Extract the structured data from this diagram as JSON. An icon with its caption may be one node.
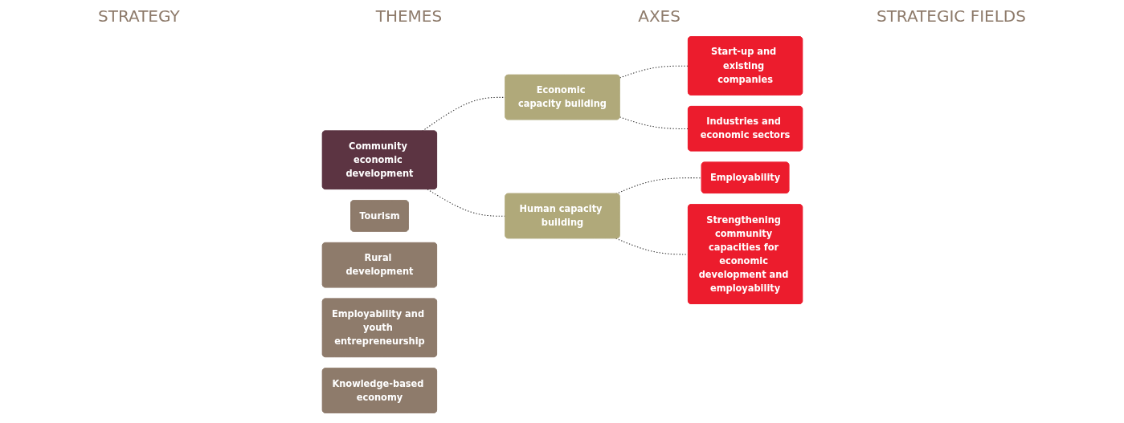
{
  "diagram": {
    "nodes": [
      {
        "text": [
          "Community economic development"
        ]
      },
      {
        "text": [
          "Economic capacity building"
        ]
      },
      {
        "text": [
          "Human capacity building"
        ]
      },
      {
        "text": [
          "Start-up and existing companies"
        ]
      },
      {
        "text": [
          "Industries and economic sectors"
        ]
      },
      {
        "text": [
          "Employability"
        ]
      },
      {
        "text": [
          "Strengthening community capacities for economic development and employability"
        ]
      },
      {
        "text": [
          "Tourism"
        ]
      },
      {
        "text": [
          "Rural development"
        ]
      },
      {
        "text": [
          "Employability and youth entrepreneurship"
        ]
      },
      {
        "text": [
          "Knowledge-based economy"
        ]
      }
    ],
    "edges": [
      {
        "from": 0,
        "to": 1,
        "arrow": "none",
        "style": "dashed"
      },
      {
        "from": 0,
        "to": 2,
        "arrow": "none",
        "style": "dashed"
      },
      {
        "from": 1,
        "to": 3,
        "arrow": "none",
        "style": "dashed"
      },
      {
        "from": 1,
        "to": 4,
        "arrow": "none",
        "style": "dashed"
      },
      {
        "from": 2,
        "to": 5,
        "arrow": "none",
        "style": "dashed"
      },
      {
        "from": 2,
        "to": 6,
        "arrow": "none",
        "style": "dashed"
      }
    ],
    "labels": [
      "STRATEGY",
      "THEMES",
      "AXES",
      "STRATEGIC FIELDS"
    ]
  }
}
